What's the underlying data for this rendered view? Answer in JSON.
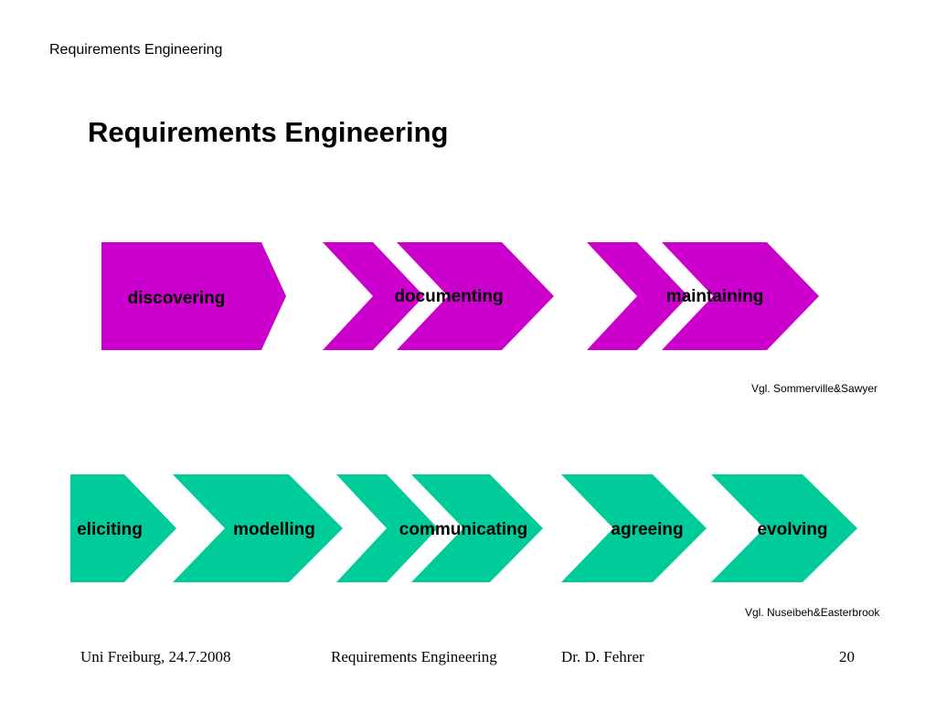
{
  "header": {
    "label": "Requirements Engineering"
  },
  "slide": {
    "title": "Requirements Engineering"
  },
  "colors": {
    "magenta": "#CC00CC",
    "teal": "#00CC99"
  },
  "process_top": {
    "steps": [
      {
        "label": "discovering"
      },
      {
        "label": "documenting"
      },
      {
        "label": "maintaining"
      }
    ],
    "citation": "Vgl. Sommerville&Sawyer"
  },
  "process_bottom": {
    "steps": [
      {
        "label": "eliciting"
      },
      {
        "label": "modelling"
      },
      {
        "label": "communicating"
      },
      {
        "label": "agreeing"
      },
      {
        "label": "evolving"
      }
    ],
    "citation": "Vgl. Nuseibeh&Easterbrook"
  },
  "footer": {
    "left": "Uni Freiburg, 24.7.2008",
    "center": "Requirements Engineering",
    "author": "Dr. D. Fehrer",
    "page": "20"
  }
}
